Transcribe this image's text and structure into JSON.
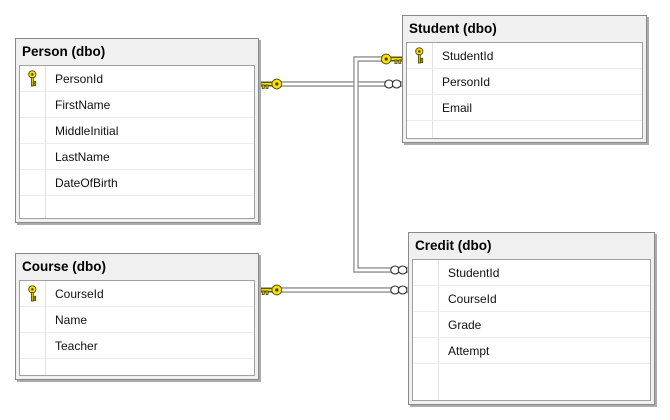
{
  "diagram": {
    "background": "#ffffff",
    "tables": {
      "person": {
        "title": "Person (dbo)",
        "columns": [
          {
            "name": "PersonId",
            "primary_key": true
          },
          {
            "name": "FirstName",
            "primary_key": false
          },
          {
            "name": "MiddleInitial",
            "primary_key": false
          },
          {
            "name": "LastName",
            "primary_key": false
          },
          {
            "name": "DateOfBirth",
            "primary_key": false
          }
        ]
      },
      "student": {
        "title": "Student (dbo)",
        "columns": [
          {
            "name": "StudentId",
            "primary_key": true
          },
          {
            "name": "PersonId",
            "primary_key": false
          },
          {
            "name": "Email",
            "primary_key": false
          }
        ]
      },
      "course": {
        "title": "Course (dbo)",
        "columns": [
          {
            "name": "CourseId",
            "primary_key": true
          },
          {
            "name": "Name",
            "primary_key": false
          },
          {
            "name": "Teacher",
            "primary_key": false
          }
        ]
      },
      "credit": {
        "title": "Credit (dbo)",
        "columns": [
          {
            "name": "StudentId",
            "primary_key": false
          },
          {
            "name": "CourseId",
            "primary_key": false
          },
          {
            "name": "Grade",
            "primary_key": false
          },
          {
            "name": "Attempt",
            "primary_key": false
          }
        ]
      }
    },
    "relationships": [
      {
        "one_side_table": "Person",
        "many_side_table": "Student",
        "one_symbol": "key",
        "many_symbol": "infinity"
      },
      {
        "one_side_table": "Student",
        "many_side_table": "Credit",
        "one_symbol": "key",
        "many_symbol": "infinity"
      },
      {
        "one_side_table": "Course",
        "many_side_table": "Credit",
        "one_symbol": "key",
        "many_symbol": "infinity"
      }
    ],
    "colors": {
      "table_header_bg": "#f0f0f0",
      "table_border": "#898989",
      "grid_border": "#a0a0a0",
      "row_divider": "#ededed",
      "connector_gray": "#8e8e8e",
      "key_yellow": "#ffe000"
    }
  }
}
